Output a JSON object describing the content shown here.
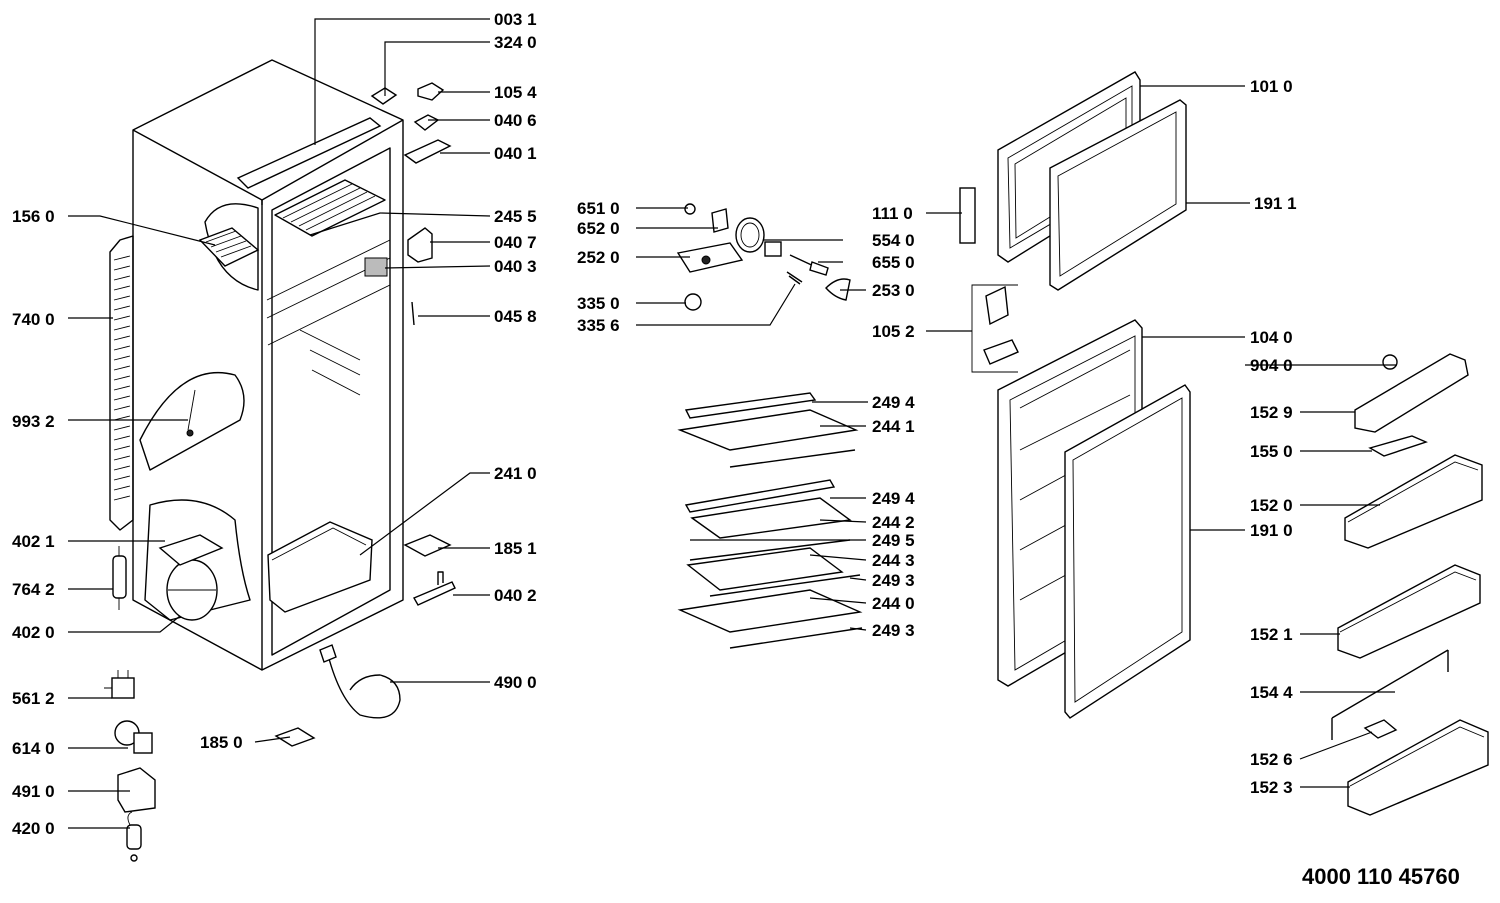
{
  "document_number": "4000 110 45760",
  "part_labels": {
    "p0031": "003 1",
    "p3240": "324 0",
    "p1054": "105 4",
    "p0406": "040 6",
    "p0401": "040 1",
    "p1560": "156 0",
    "p2455": "245 5",
    "p0407": "040 7",
    "p0403": "040 3",
    "p7400": "740 0",
    "p0458": "045 8",
    "p9932": "993 2",
    "p2410": "241 0",
    "p4021": "402 1",
    "p1851": "185 1",
    "p7642": "764 2",
    "p0402": "040 2",
    "p4020": "402 0",
    "p4900": "490 0",
    "p5612": "561 2",
    "p1850": "185 0",
    "p6140": "614 0",
    "p4910": "491 0",
    "p4200": "420 0",
    "p6510": "651 0",
    "p6520": "652 0",
    "p2520": "252 0",
    "p3350": "335 0",
    "p3356": "335 6",
    "p1110": "111 0",
    "p5540": "554 0",
    "p6550": "655 0",
    "p2530": "253 0",
    "p1052": "105 2",
    "p2494a": "249 4",
    "p2441": "244 1",
    "p2494b": "249 4",
    "p2442": "244 2",
    "p2495": "249 5",
    "p2443": "244 3",
    "p2493a": "249 3",
    "p2440": "244 0",
    "p2493b": "249 3",
    "p1010": "101 0",
    "p1911": "191 1",
    "p1040": "104 0",
    "p9040": "904 0",
    "p1529": "152 9",
    "p1550": "155 0",
    "p1520": "152 0",
    "p1910": "191 0",
    "p1521": "152 1",
    "p1544": "154 4",
    "p1526": "152 6",
    "p1523": "152 3"
  }
}
